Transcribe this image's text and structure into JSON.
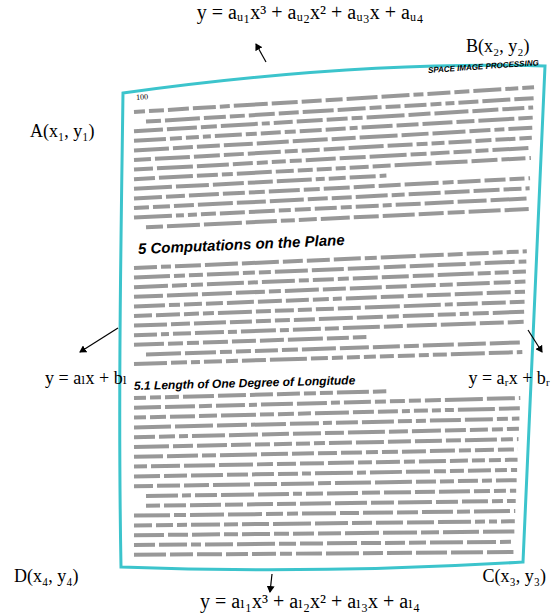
{
  "diagram": {
    "labels": [
      "y = aᵤ₁x³ + aᵤ₂x² + aᵤ₃x + aᵤ₄",
      "A(x₁, y₁)",
      "B(x₂, y₂)",
      "y = aₗx + bₗ",
      "y = aᵣx + bᵣ",
      "D(x₄, y₄)",
      "C(x₃, y₃)",
      "y = aₗ₁x³ + aₗ₂x² + aₗ₃x + aₗ₄",
      "100",
      "SPACE IMAGE PROCESSING",
      "5 Computations on the Plane",
      "5.1 Length of One Degree of Longitude"
    ]
  }
}
